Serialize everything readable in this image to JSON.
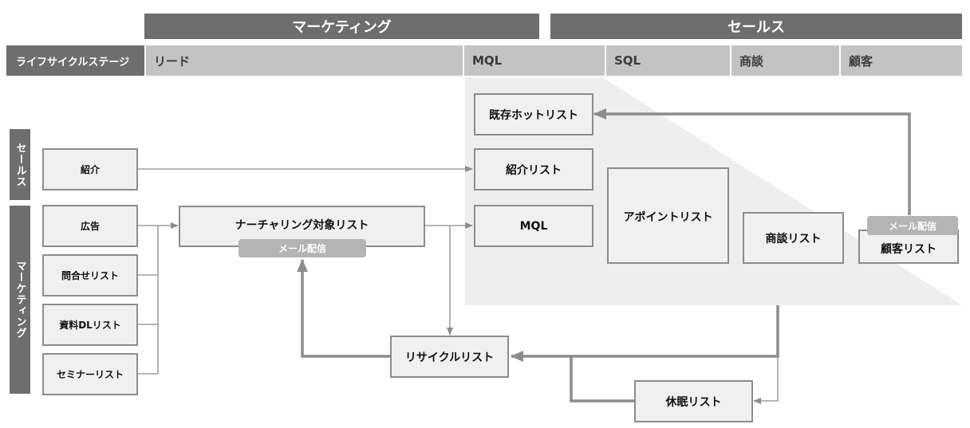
{
  "header": {
    "marketing": "マーケティング",
    "sales": "セールス"
  },
  "stages": {
    "label": "ライフサイクルステージ",
    "lead": "リード",
    "mql": "MQL",
    "sql": "SQL",
    "deal": "商談",
    "customer": "顧客"
  },
  "side": {
    "sales": "セールス",
    "marketing": "マーケティング"
  },
  "sources": {
    "referral": "紹介",
    "ads": "広告",
    "inquiry": "問合せリスト",
    "download": "資料DLリスト",
    "seminar": "セミナーリスト"
  },
  "lists": {
    "nurturing": "ナーチャリング対象リスト",
    "existing_hot": "既存ホットリスト",
    "referral_list": "紹介リスト",
    "mql": "MQL",
    "appointment": "アポイントリスト",
    "deal_list": "商談リスト",
    "customer_list": "顧客リスト",
    "recycle": "リサイクルリスト",
    "dormant": "休眠リスト"
  },
  "badges": {
    "email_nurture": "メール配信",
    "email_customer": "メール配信"
  },
  "colors": {
    "header_bg": "#6e6e6e",
    "stage_bg": "#c3c3c3",
    "box_bg": "#f0f0f0",
    "box_border": "#8c8c8c",
    "arrow": "#8c8c8c",
    "funnel": "#eeeeee"
  }
}
